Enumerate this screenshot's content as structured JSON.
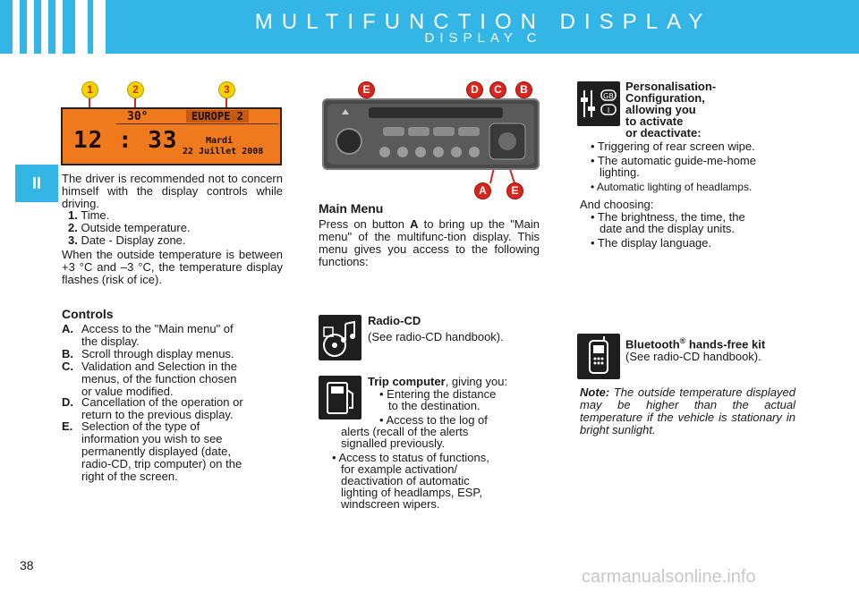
{
  "header": {
    "title": "MULTIFUNCTION DISPLAY",
    "subtitle": "DISPLAY C"
  },
  "side_tab": "II",
  "page_number": "38",
  "watermark": "carmanualsonline.info",
  "callouts": {
    "one": "1",
    "two": "2",
    "three": "3",
    "e_top": "E",
    "d": "D",
    "c": "C",
    "b": "B",
    "a": "A",
    "e_bottom": "E"
  },
  "display_screen": {
    "time": "12 : 33",
    "temp": "30",
    "station": "EUROPE 2",
    "day": "Mardi",
    "date": "22 Juillet 2008"
  },
  "left_column": {
    "intro": "The driver is recommended not to concern himself with the display controls while driving.",
    "items": [
      {
        "num": "1.",
        "text": "Time."
      },
      {
        "num": "2.",
        "text": "Outside temperature."
      },
      {
        "num": "3.",
        "text": "Date - Display zone."
      }
    ],
    "flash_note": "When the outside temperature is between +3 °C and –3 °C, the temperature display flashes (risk of ice).",
    "controls_heading": "Controls",
    "controls": [
      {
        "key": "A.",
        "lines": [
          "Access to the \"Main menu\" of",
          "the display."
        ]
      },
      {
        "key": "B.",
        "lines": [
          "Scroll through display menus."
        ]
      },
      {
        "key": "C.",
        "lines": [
          "Validation and Selection in the",
          "menus, of the function chosen",
          "or value modified."
        ]
      },
      {
        "key": "D.",
        "lines": [
          "Cancellation of the operation or",
          "return to the previous display."
        ]
      },
      {
        "key": "E.",
        "lines": [
          "Selection of the type of",
          "information you wish to see",
          "permanently displayed (date,",
          "radio-CD, trip computer) on the",
          "right of the screen."
        ]
      }
    ]
  },
  "middle_column": {
    "main_menu_heading": "Main Menu",
    "main_menu_pre": "Press on button",
    "main_menu_button": "A",
    "main_menu_post": "to bring up the \"Main menu\" of the multifunc-tion display. This menu gives you access to the following functions:",
    "radio_title": "Radio-CD",
    "radio_text": "(See radio-CD handbook).",
    "trip_title": "Trip computer",
    "trip_suffix": ", giving you:",
    "trip_b1a": "• Entering the distance",
    "trip_b1b": "to the destination.",
    "trip_b2a": "• Access to the log of",
    "trip_b2b": "alerts (recall of the alerts",
    "trip_b2c": "signalled previously.",
    "trip_b3a": "• Access to status of functions,",
    "trip_b3b": "for example activation/",
    "trip_b3c": "deactivation of automatic",
    "trip_b3d": "lighting of headlamps, ESP,",
    "trip_b3e": "windscreen wipers."
  },
  "right_column": {
    "pers_l1": "Personalisation-",
    "pers_l2": "Configuration,",
    "pers_l3": "allowing you",
    "pers_l4": "to activate",
    "pers_l5": "or deactivate:",
    "pb1": "• Triggering of rear screen wipe.",
    "pb2a": "• The automatic guide-me-home",
    "pb2b": "lighting.",
    "pb3": "• Automatic lighting of headlamps.",
    "choose": "And choosing:",
    "cb1a": "• The brightness, the time, the",
    "cb1b": "date and the display units.",
    "cb2": "• The display language.",
    "bt_title": "Bluetooth",
    "bt_reg": "®",
    "bt_rest": " hands-free kit",
    "bt_text": "(See radio-CD handbook).",
    "note_label": "Note:",
    "note_text": " The outside temperature displayed may be higher than the actual temperature if the vehicle is stationary in bright sunlight."
  },
  "icons": {
    "personalisation": "settings-sliders-icon",
    "radio": "music-cd-icon",
    "trip": "fuel-pump-icon",
    "bluetooth": "mobile-phone-icon"
  },
  "colors": {
    "header": "#33b6e6",
    "callout_yellow": "#f2d400",
    "callout_red": "#d9261c",
    "lcd": "#ef7a1e"
  }
}
